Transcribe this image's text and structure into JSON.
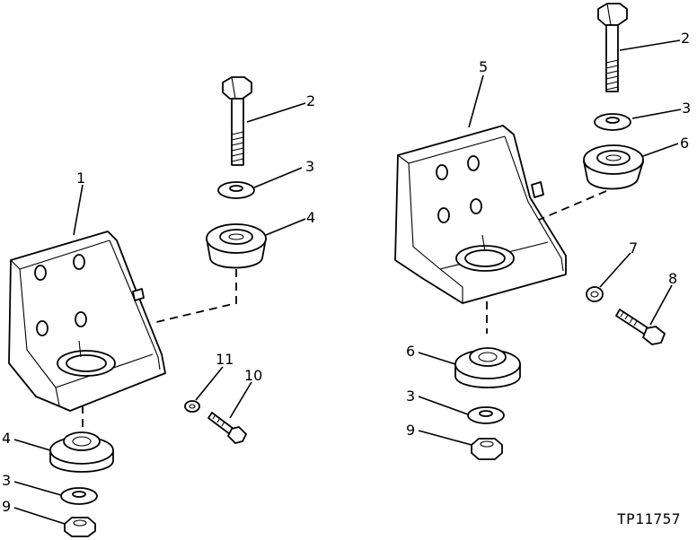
{
  "figure_code": "TP11757",
  "left_assembly": {
    "callouts": {
      "bracket": "1",
      "bolt": "2",
      "washer_top": "3",
      "isolator_top": "4",
      "isolator_bottom": "4",
      "washer_bottom": "3",
      "nut": "9",
      "small_bolt": "10",
      "small_washer": "11"
    }
  },
  "right_assembly": {
    "callouts": {
      "bracket": "5",
      "bolt": "2",
      "washer_top": "3",
      "isolator_top": "6",
      "small_washer": "7",
      "small_bolt": "8",
      "isolator_bottom": "6",
      "washer_bottom": "3",
      "nut": "9"
    }
  }
}
